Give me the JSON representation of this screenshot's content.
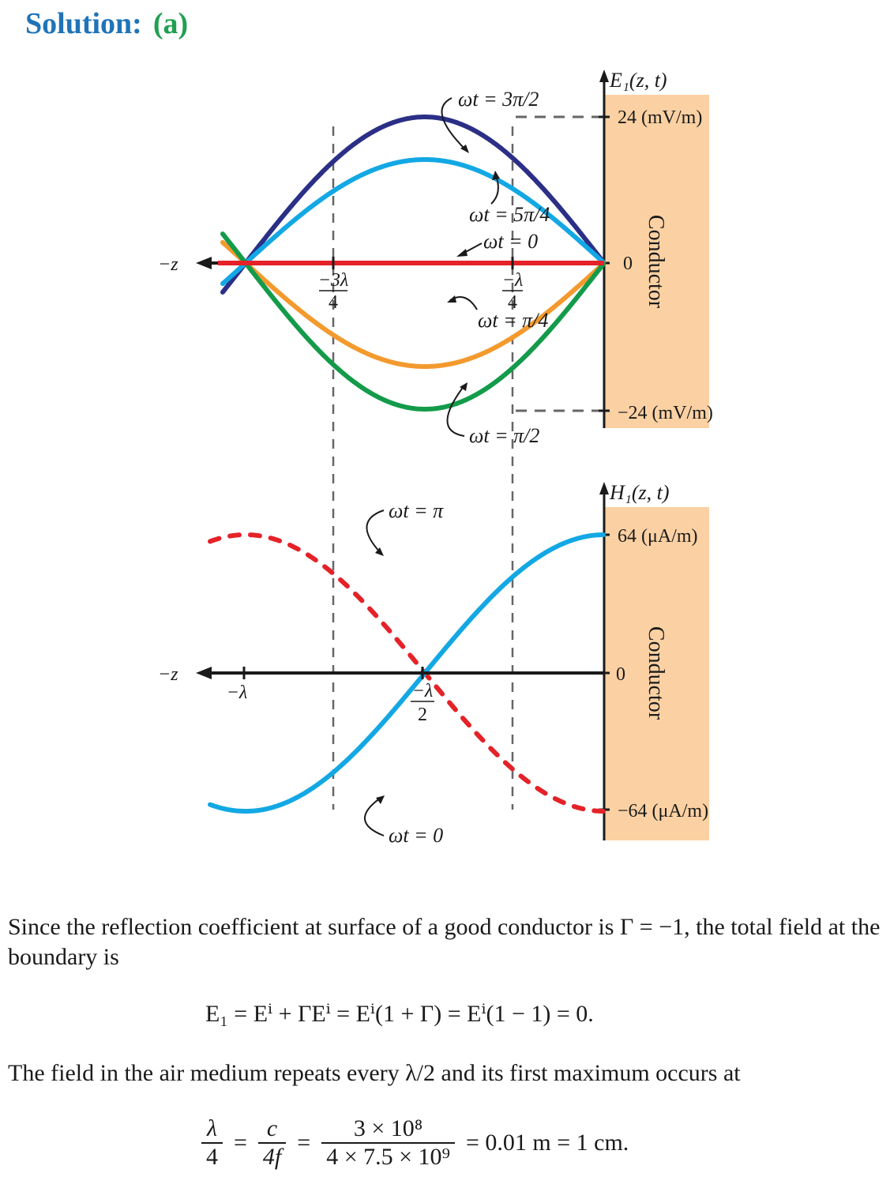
{
  "heading": {
    "label": "Solution:",
    "part": "(a)"
  },
  "figure": {
    "colors": {
      "green": "#139b4a",
      "orange": "#f39a2e",
      "navy": "#2c2f86",
      "cyan": "#13a8e4",
      "red": "#e42228",
      "conductor": "#fbd1a3",
      "axis": "#1a1a1a",
      "dash": "#666666"
    },
    "top": {
      "axis_label": "E₁(z, t)",
      "neg_z": "−z",
      "max_label": "24 (mV/m)",
      "min_label": "−24 (mV/m)",
      "zero_label": "0",
      "conductor_label": "Conductor",
      "tick1_num": "−3λ",
      "tick1_den": "4",
      "tick2_num": "−λ",
      "tick2_den": "4",
      "curves": [
        {
          "label": "ωt = 3π/2",
          "amplitude": 24
        },
        {
          "label": "ωt = 5π/4",
          "amplitude": 17
        },
        {
          "label": "ωt = 0",
          "amplitude": 0
        },
        {
          "label": "ωt = π/4",
          "amplitude": -17
        },
        {
          "label": "ωt = π/2",
          "amplitude": -24
        }
      ]
    },
    "bottom": {
      "axis_label": "H₁(z, t)",
      "neg_z": "−z",
      "max_label": "64 (μA/m)",
      "min_label": "−64 (μA/m)",
      "zero_label": "0",
      "conductor_label": "Conductor",
      "tick1": "−λ",
      "tick2_num": "−λ",
      "tick2_den": "2",
      "curves": [
        {
          "label": "ωt = π",
          "amplitude": -64
        },
        {
          "label": "ωt = 0",
          "amplitude": 64
        }
      ]
    }
  },
  "text": {
    "para1": "Since the reflection coefficient at surface of a good conductor is Γ = −1, the total field at the boundary is",
    "eq1": "E₁ = Eⁱ + ΓEⁱ = Eⁱ(1 + Γ) = Eⁱ(1 − 1) = 0.",
    "para2": "The field in the air medium repeats every λ/2 and its first maximum occurs at",
    "eq2": {
      "f1_num": "λ",
      "f1_den": "4",
      "f2_num": "c",
      "f2_den": "4f",
      "f3_num": "3 × 10⁸",
      "f3_den": "4 × 7.5 × 10⁹",
      "result": "= 0.01 m = 1 cm."
    }
  }
}
